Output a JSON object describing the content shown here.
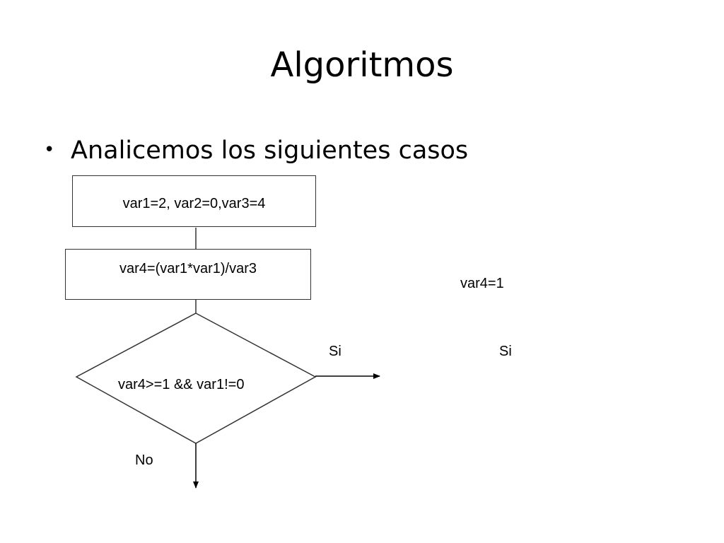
{
  "slide": {
    "title": "Algoritmos",
    "bullet": "Analicemos los siguientes casos"
  },
  "flowchart": {
    "init_box": "var1=2, var2=0,var3=4",
    "process_box": "var4=(var1*var1)/var3",
    "decision": "var4>=1 && var1!=0",
    "yes_label": "Si",
    "no_label": "No"
  },
  "trace": {
    "result": "var4=1",
    "branch": "Si"
  }
}
